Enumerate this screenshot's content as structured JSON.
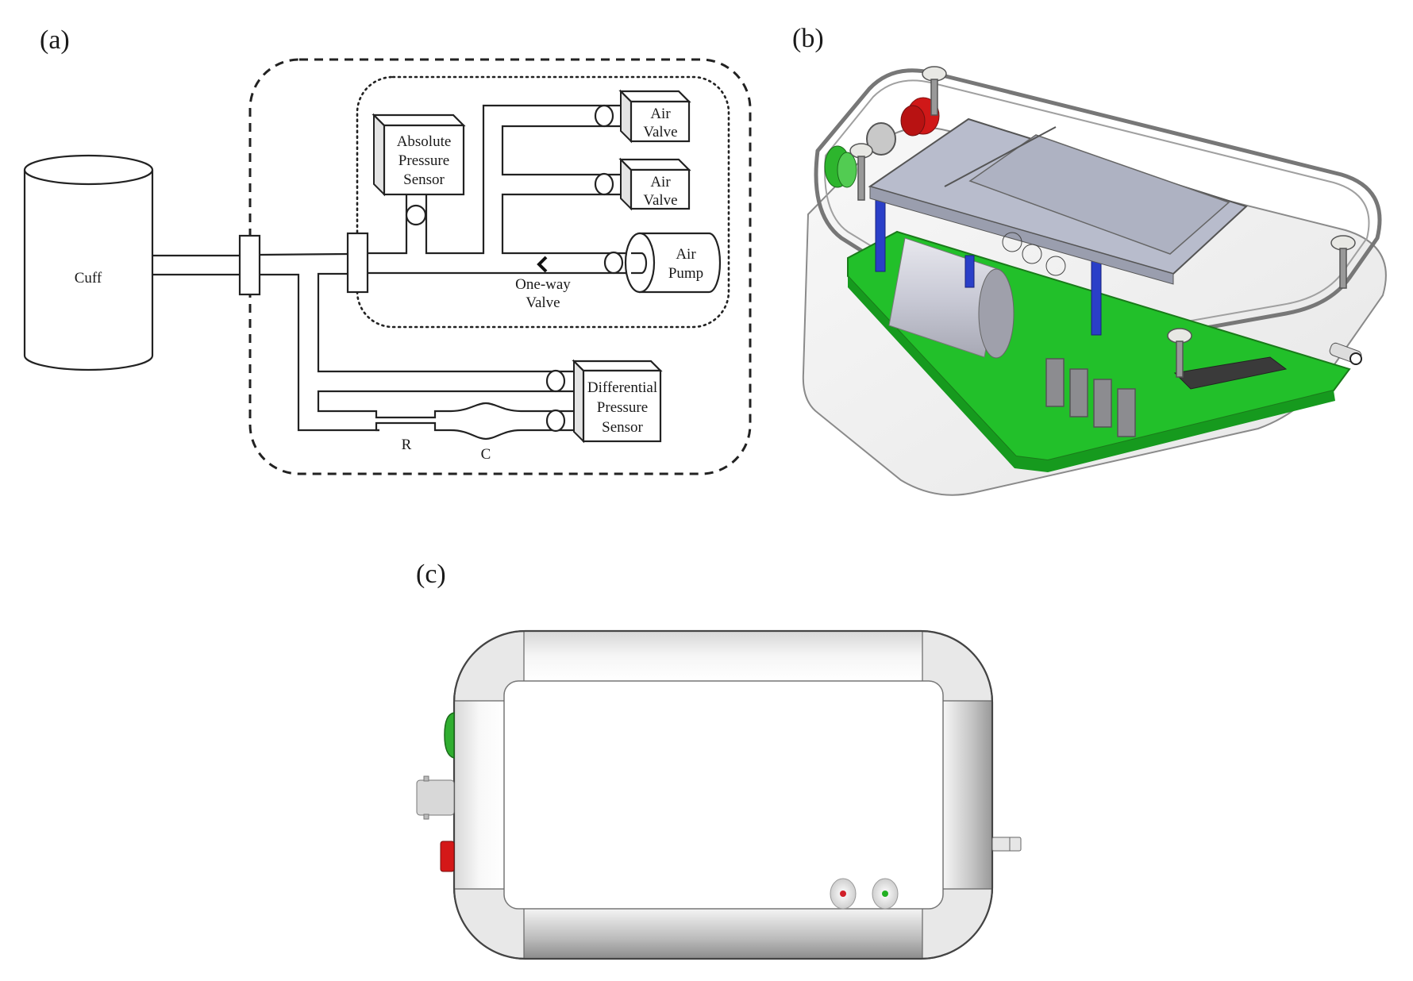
{
  "figure": {
    "panel_labels": {
      "a": "(a)",
      "b": "(b)",
      "c": "(c)"
    }
  },
  "diagram_a": {
    "cuff": "Cuff",
    "absolute_sensor": [
      "Absolute",
      "Pressure",
      "Sensor"
    ],
    "air_valve_1": [
      "Air",
      "Valve"
    ],
    "air_valve_2": [
      "Air",
      "Valve"
    ],
    "air_pump": [
      "Air",
      "Pump"
    ],
    "one_way_valve": [
      "One-way",
      "Valve"
    ],
    "differential_sensor": [
      "Differential",
      "Pressure",
      "Sensor"
    ],
    "resistor_label": "R",
    "capacitor_label": "C",
    "boundaries": {
      "outer": "dashed",
      "inner": "dotted"
    }
  },
  "render_b": {
    "description": "Transparent enclosure isometric CAD view with PCB, pump, sensors and connectors",
    "colors": {
      "pcb": "#22c02a",
      "standoff": "#2a3fc8",
      "red_connector": "#d01818",
      "green_connector": "#2db52d",
      "display": "#b8bccc"
    }
  },
  "render_c": {
    "description": "Front view of enclosure",
    "leds": [
      {
        "color": "#d0202a"
      },
      {
        "color": "#22b022"
      }
    ],
    "left_connectors": [
      "green-button",
      "bnc-connector",
      "red-button"
    ],
    "right_connector": "hose-nozzle"
  }
}
